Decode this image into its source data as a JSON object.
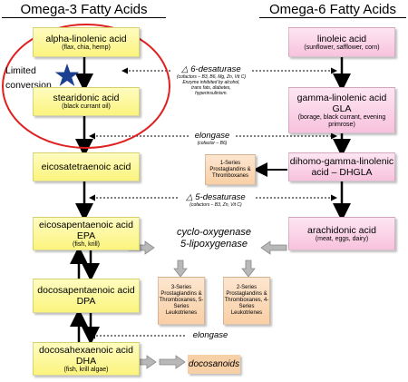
{
  "headers": {
    "omega3": "Omega-3 Fatty Acids",
    "omega6": "Omega-6 Fatty Acids"
  },
  "annotation": {
    "limited_line1": "Limited",
    "limited_line2": "conversion",
    "colors": {
      "circle": "#e02020",
      "star": "#1d3f8f"
    }
  },
  "nodes": {
    "ala": {
      "name": "alpha-linolenic acid",
      "sources": "(flax, chia, hemp)"
    },
    "sda": {
      "name": "stearidonic acid",
      "sources": "(black currant oil)"
    },
    "eta": {
      "name": "eicosatetraenoic acid"
    },
    "epa": {
      "name": "eicosapentaenoic acid",
      "abbr": "EPA",
      "sources": "(fish, krill)"
    },
    "dpa": {
      "name": "docosapentaenoic acid",
      "abbr": "DPA"
    },
    "dha": {
      "name": "docosahexaenoic acid",
      "abbr": "DHA",
      "sources": "(fish, krill algae)"
    },
    "la": {
      "name": "linoleic acid",
      "sources": "(sunflower, safflower, corn)"
    },
    "gla": {
      "name": "gamma-linolenic acid",
      "abbr": "GLA",
      "sources": "(borage, black currant, evening primrose)"
    },
    "dhgla": {
      "name": "dihomo-gamma-linolenic acid – DHGLA"
    },
    "aa": {
      "name": "arachidonic acid",
      "sources": "(meat, eggs, dairy)"
    }
  },
  "products": {
    "series1": "1-Series Prostaglandins & Thromboxanes",
    "series3": "3-Series Prostaglandins & Thromboxanes, 5-Series Leukotrienes",
    "series2": "2-Series Prostaglandins & Thromboxanes, 4-Series Leukotrienes",
    "docosanoids": "docosanoids"
  },
  "enzymes": {
    "d6": {
      "name": "△ 6-desaturase",
      "cofactors": "(cofactors – B3, B6, Mg, Zn, Vit C)",
      "note": "Enzyme inhibited by alcohol, trans fats, diabetes, hyperinsulinism."
    },
    "elong1": {
      "name": "elongase",
      "cofactors": "(cofactor – B6)"
    },
    "d5": {
      "name": "△ 5-desaturase",
      "cofactors": "(cofactors – B3, Zn, Vit C)"
    },
    "cox": {
      "name": "cyclo-oxygenase",
      "name2": "5-lipoxygenase"
    },
    "elong2": {
      "name": "elongase"
    }
  },
  "colors": {
    "omega3_box": "#fbf47e",
    "omega6_box": "#f8c2dd",
    "product_box": "#f9cfa6",
    "arrow": "#000000",
    "flow_arrow": "#9a9a9a"
  }
}
